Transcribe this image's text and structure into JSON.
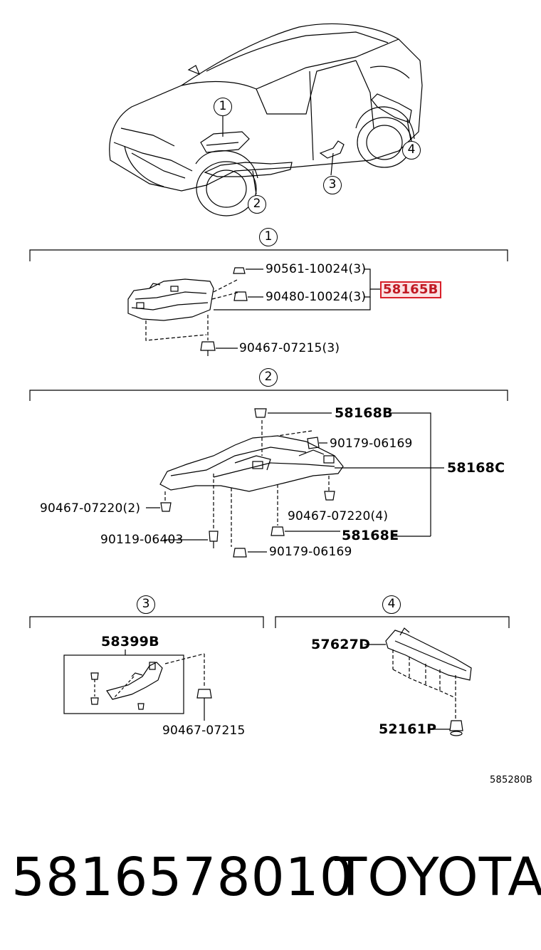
{
  "callouts": [
    "1",
    "2",
    "3",
    "4"
  ],
  "section1": {
    "number": "1",
    "part_nut1": "90561-10024(3)",
    "part_nut2": "90480-10024(3)",
    "part_highlight": "58165B",
    "part_clip": "90467-07215(3)"
  },
  "section2": {
    "number": "2",
    "part_b": "58168B",
    "part_nut_a": "90179-06169",
    "part_c": "58168C",
    "part_clip_a": "90467-07220(2)",
    "part_clip_b": "90467-07220(4)",
    "part_bolt": "90119-06403",
    "part_e": "58168E",
    "part_nut_b": "90179-06169"
  },
  "section3": {
    "number": "3",
    "part_bracket": "58399B",
    "part_clip": "90467-07215"
  },
  "section4": {
    "number": "4",
    "part_cover": "57627D",
    "part_clip": "52161P"
  },
  "figure_code": "585280B",
  "footer": {
    "part_number": "5816578010",
    "brand": "TOYOTA"
  },
  "colors": {
    "highlight_border": "#d8202a",
    "highlight_text": "#c01a24",
    "line": "#000000"
  }
}
